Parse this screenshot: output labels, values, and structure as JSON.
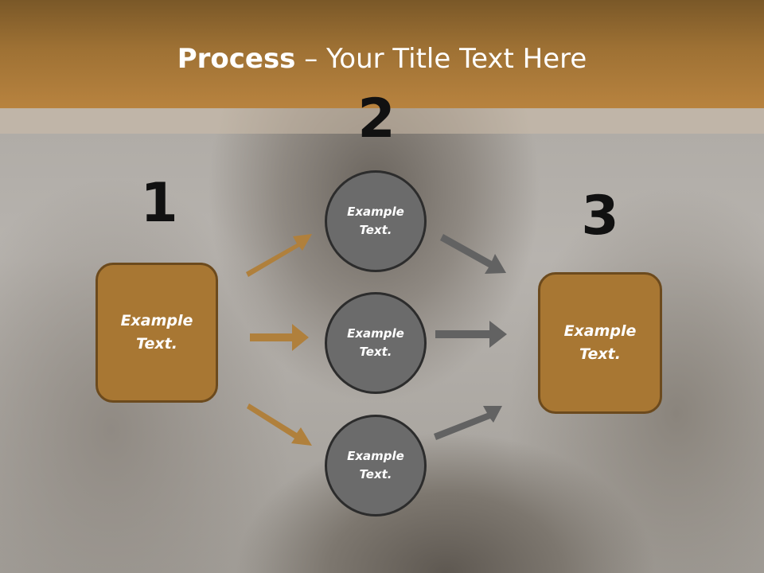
{
  "header": {
    "title_bold": "Process",
    "title_rest": " – Your Title Text Here"
  },
  "steps": {
    "step1_number": "1",
    "step2_number": "2",
    "step3_number": "3"
  },
  "left_box": {
    "text": "Example Text."
  },
  "circles": [
    {
      "text": "Example Text."
    },
    {
      "text": "Example Text."
    },
    {
      "text": "Example Text."
    }
  ],
  "right_box": {
    "text": "Example Text."
  },
  "colors": {
    "header": "#9e7134",
    "box_fill": "#a87733",
    "box_border": "#6c4a1d",
    "circle_fill": "#6b6b6b",
    "left_arrows": "#b0803c",
    "right_arrows": "#626262"
  }
}
